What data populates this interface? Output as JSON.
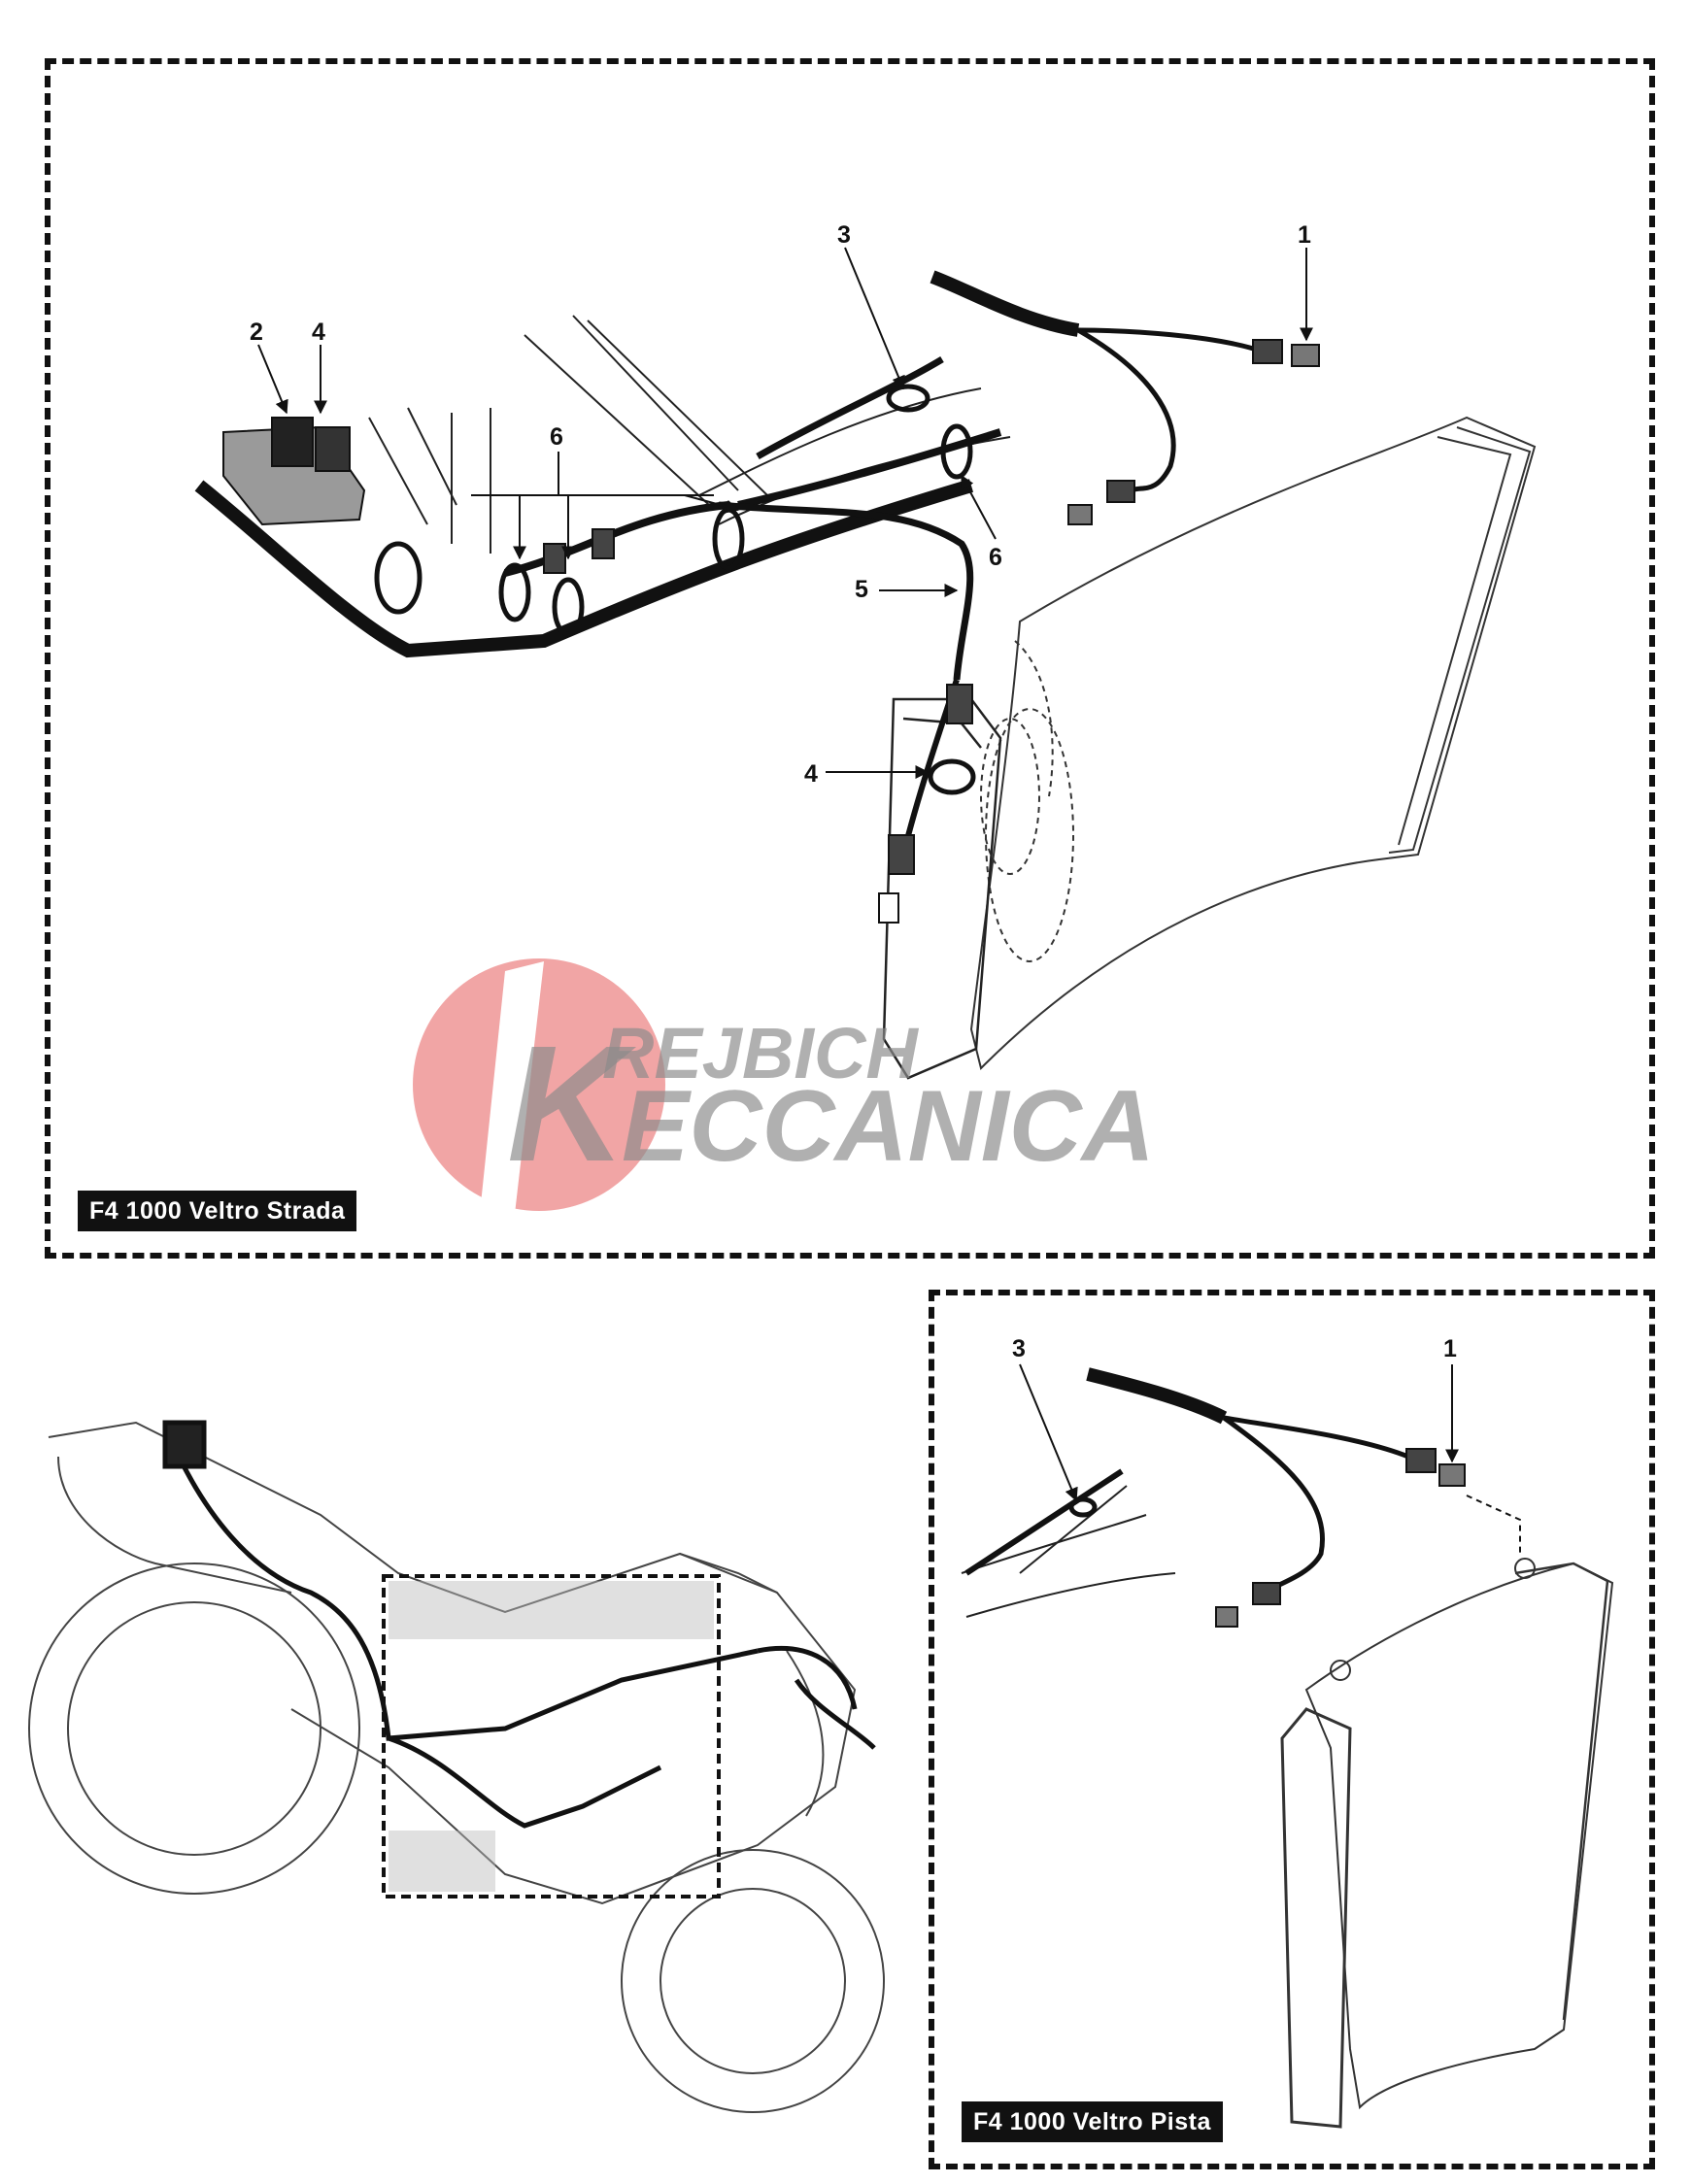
{
  "panels": {
    "strada": {
      "caption": "F4 1000 Veltro Strada",
      "callouts": [
        "1",
        "2",
        "3",
        "4",
        "4",
        "5",
        "6",
        "6"
      ]
    },
    "pista": {
      "caption": "F4 1000 Veltro Pista",
      "callouts": [
        "3",
        "1"
      ]
    }
  },
  "watermark": {
    "line1": "REJBICH",
    "line2": "ECCANICA",
    "initial": "K"
  },
  "colors": {
    "ink": "#111111",
    "watermark_red": "#e86d6d",
    "watermark_gray": "#8a8a8a",
    "caption_bg": "#111111",
    "caption_text": "#ffffff"
  }
}
